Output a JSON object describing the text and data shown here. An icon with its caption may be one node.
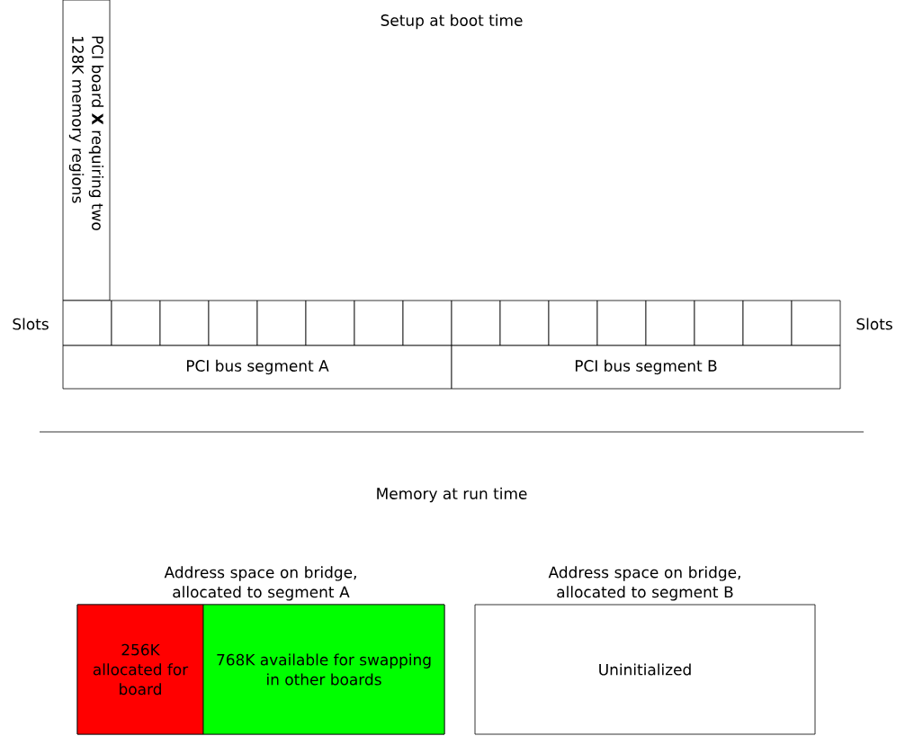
{
  "diagram": {
    "title": "Setup at boot time",
    "nodes": [
      {
        "text": [
          "PCI board **X** requiring two 128K memory regions"
        ]
      },
      {
        "text": [],
        "shape": "box"
      },
      {
        "text": [],
        "shape": "box"
      },
      {
        "text": [],
        "shape": "box"
      },
      {
        "text": [],
        "shape": "box"
      },
      {
        "text": [],
        "shape": "box"
      },
      {
        "text": [],
        "shape": "box"
      },
      {
        "text": [],
        "shape": "box"
      },
      {
        "text": [],
        "shape": "box"
      },
      {
        "text": [],
        "shape": "box"
      },
      {
        "text": [],
        "shape": "box"
      },
      {
        "text": [],
        "shape": "box"
      },
      {
        "text": [],
        "shape": "box"
      },
      {
        "text": [],
        "shape": "box"
      },
      {
        "text": [],
        "shape": "box"
      },
      {
        "text": [],
        "shape": "box"
      },
      {
        "text": [],
        "shape": "box"
      },
      {
        "text": [
          "PCI bus segment A"
        ]
      },
      {
        "text": [
          "PCI bus segment B"
        ]
      },
      {
        "text": [
          "Address space on bridge, allocated to segment A"
        ]
      },
      {
        "text": [
          "256K allocated for board"
        ],
        "in": 19
      },
      {
        "text": [
          "768K available for swapping in other boards"
        ],
        "in": 19
      },
      {
        "text": [
          "Address space on bridge, allocated to segment B",
          "Uninitialized"
        ]
      }
    ],
    "labels": [
      "Slots",
      "Slots",
      "Memory at run time"
    ]
  }
}
